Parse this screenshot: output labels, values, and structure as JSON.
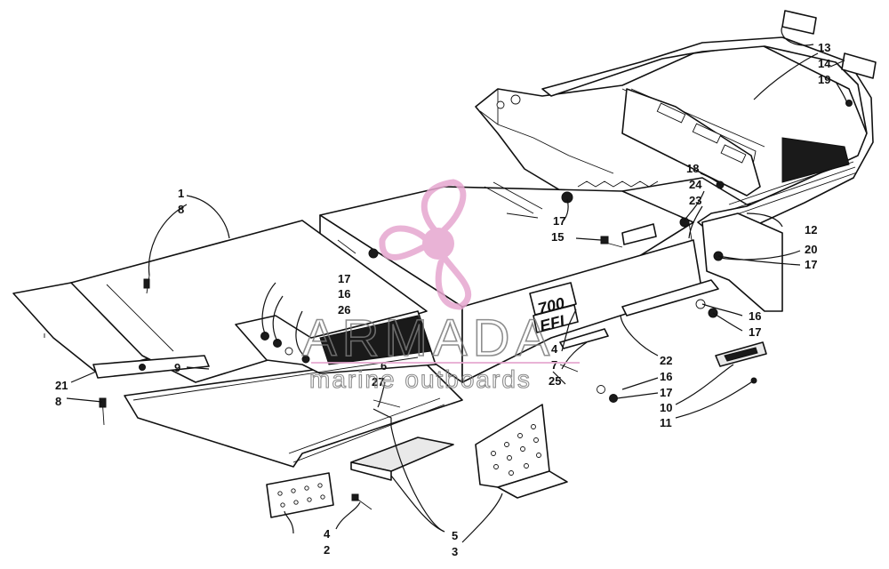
{
  "callouts": [
    {
      "id": "c1",
      "text": "1"
    },
    {
      "id": "c8a",
      "text": "8"
    },
    {
      "id": "c17a",
      "text": "17"
    },
    {
      "id": "c16a",
      "text": "16"
    },
    {
      "id": "c26",
      "text": "26"
    },
    {
      "id": "c6",
      "text": "6"
    },
    {
      "id": "c27",
      "text": "27"
    },
    {
      "id": "c9",
      "text": "9"
    },
    {
      "id": "c21",
      "text": "21"
    },
    {
      "id": "c8b",
      "text": "8"
    },
    {
      "id": "c4a",
      "text": "4"
    },
    {
      "id": "c2",
      "text": "2"
    },
    {
      "id": "c5",
      "text": "5"
    },
    {
      "id": "c3",
      "text": "3"
    },
    {
      "id": "c4b",
      "text": "4"
    },
    {
      "id": "c7",
      "text": "7"
    },
    {
      "id": "c25",
      "text": "25"
    },
    {
      "id": "c17b",
      "text": "17"
    },
    {
      "id": "c15",
      "text": "15"
    },
    {
      "id": "c18",
      "text": "18"
    },
    {
      "id": "c24",
      "text": "24"
    },
    {
      "id": "c23",
      "text": "23"
    },
    {
      "id": "c13",
      "text": "13"
    },
    {
      "id": "c14",
      "text": "14"
    },
    {
      "id": "c19",
      "text": "19"
    },
    {
      "id": "c12",
      "text": "12"
    },
    {
      "id": "c20",
      "text": "20"
    },
    {
      "id": "c17c",
      "text": "17"
    },
    {
      "id": "c16b",
      "text": "16"
    },
    {
      "id": "c17d",
      "text": "17"
    },
    {
      "id": "c22",
      "text": "22"
    },
    {
      "id": "c16c",
      "text": "16"
    },
    {
      "id": "c17e",
      "text": "17"
    },
    {
      "id": "c10",
      "text": "10"
    },
    {
      "id": "c11",
      "text": "11"
    }
  ],
  "badge": {
    "line1": "700",
    "line2": "EFI"
  },
  "watermark": {
    "title": "ARMADA",
    "subtitle": "marine outboards"
  },
  "colors": {
    "watermark_logo": "#e6a6cf",
    "watermark_text": "#7a7a7a",
    "line_art": "#111111"
  }
}
